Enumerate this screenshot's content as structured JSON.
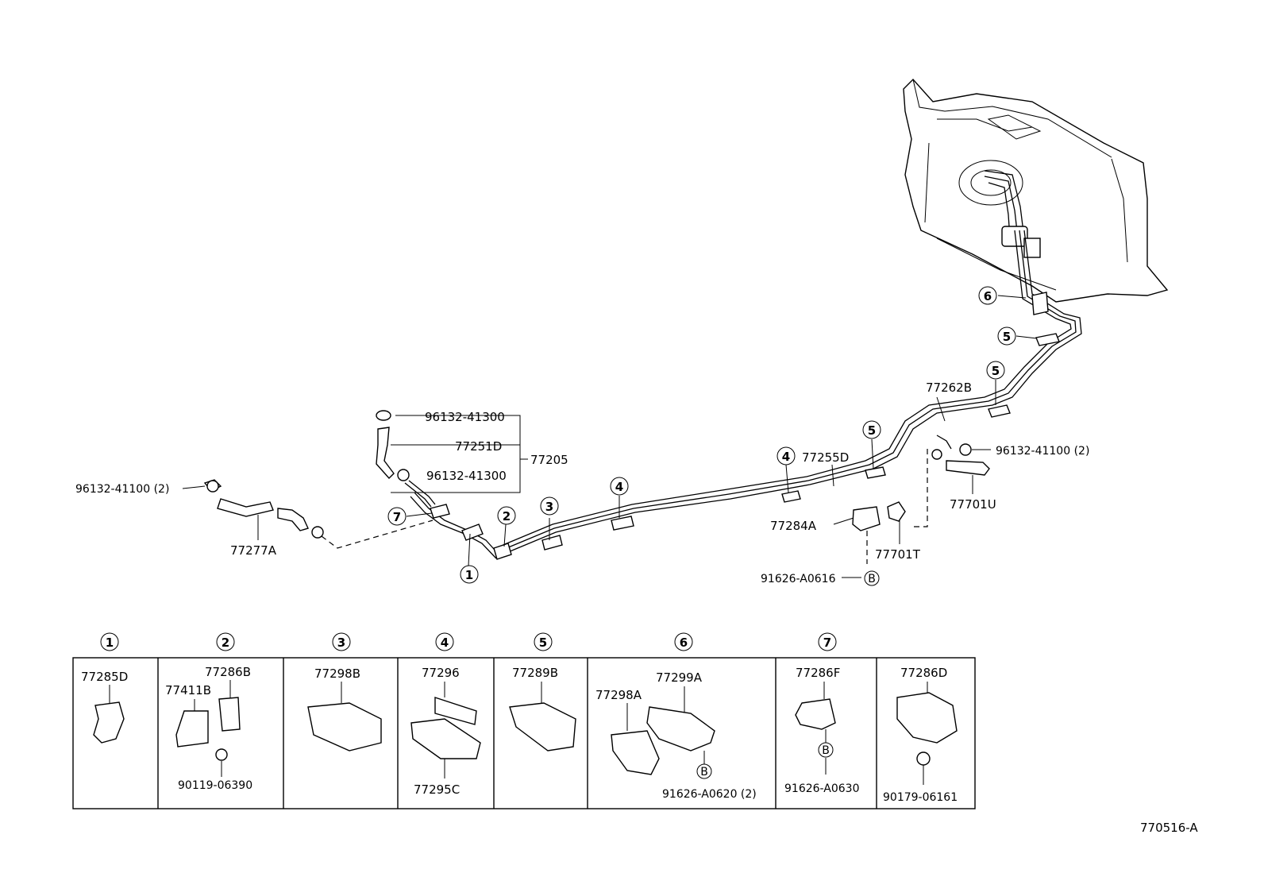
{
  "labels": {
    "clamp_hose_left": "96132-41100 (2)",
    "hose_left": "77277A",
    "clamp_top": "96132-41300",
    "hose_vent": "77251D",
    "clamp_mid": "96132-41300",
    "assy_group": "77205",
    "tube_main": "77255D",
    "tube_rear": "77262B",
    "clamp_hose_right": "96132-41100 (2)",
    "hose_right": "77701U",
    "valve_bracket": "77284A",
    "valve": "77701T",
    "bolt_main": "91626-A0616",
    "diagram_code": "770516-A"
  },
  "callouts": {
    "c1": "1",
    "c2": "2",
    "c3": "3",
    "c4": "4",
    "c5": "5",
    "c6": "6",
    "c7": "7",
    "bolt_b": "B"
  },
  "table": [
    {
      "num": "1",
      "parts": [
        "77285D"
      ]
    },
    {
      "num": "2",
      "parts": [
        "77286B",
        "77411B",
        "90119-06390"
      ]
    },
    {
      "num": "3",
      "parts": [
        "77298B"
      ]
    },
    {
      "num": "4",
      "parts": [
        "77296",
        "77295C"
      ]
    },
    {
      "num": "5",
      "parts": [
        "77289B"
      ]
    },
    {
      "num": "6",
      "parts": [
        "77299A",
        "77298A",
        "91626-A0620 (2)"
      ]
    },
    {
      "num": "7",
      "parts": [
        "77286F",
        "91626-A0630"
      ]
    },
    {
      "num": "",
      "parts": [
        "77286D",
        "90179-06161"
      ]
    }
  ]
}
